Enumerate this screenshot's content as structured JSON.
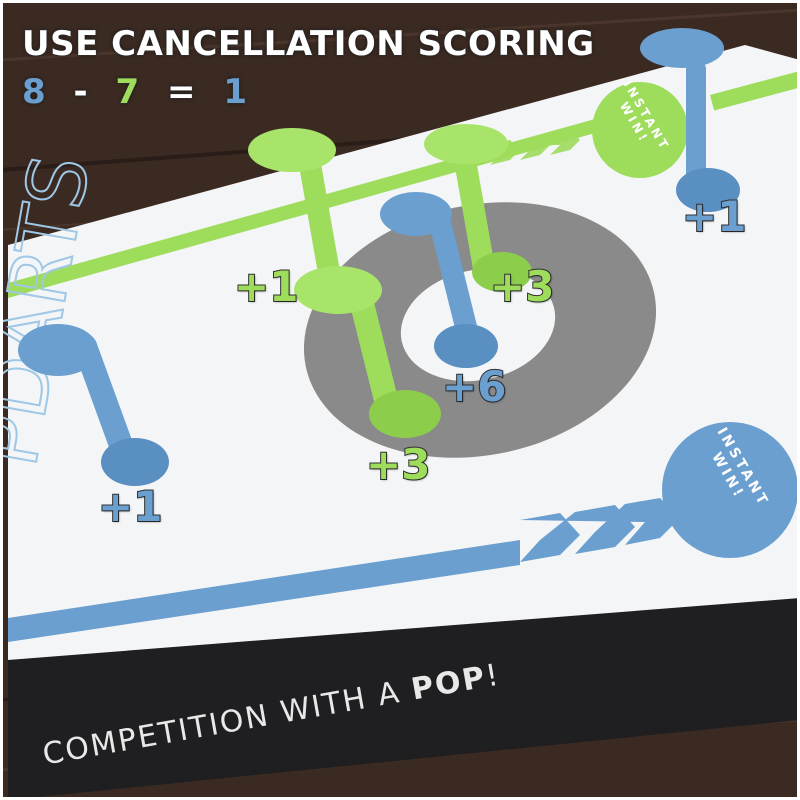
{
  "headline": "USE CANCELLATION SCORING",
  "equation": {
    "blue_total": "8",
    "minus": "-",
    "green_total": "7",
    "equals": "=",
    "result": "1"
  },
  "scores": {
    "blue_top_right": "+1",
    "green_left": "+1",
    "green_center": "+3",
    "blue_center": "+6",
    "green_lower": "+3",
    "blue_left": "+1"
  },
  "board": {
    "tagline_prefix": "COMPETITION WITH A ",
    "tagline_pop": "POP",
    "tagline_suffix": "!",
    "instant_win_top": "INSTANT WIN!",
    "instant_win_bottom": "INSTANT WIN!"
  },
  "colors": {
    "blue_team": "#6a9fd0",
    "green_team": "#9edc5c",
    "white_text": "#ffffff",
    "board_white": "#f4f5f6",
    "target_gray": "#8a8a8a",
    "table_wood": "#3a2a22"
  }
}
